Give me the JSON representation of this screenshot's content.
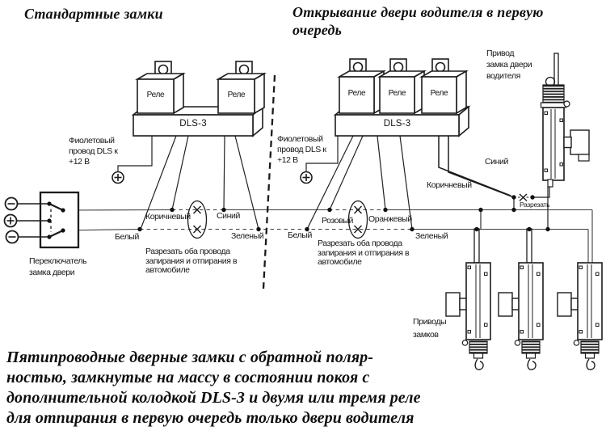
{
  "headings": {
    "left": "Стандартные замки",
    "right_line1": "Открывание двери водителя в первую",
    "right_line2": "очередь"
  },
  "caption": {
    "line1": "Пятипроводные дверные замки с обратной поляр-",
    "line2": "ностью, замкнутые на массу в состоянии покоя с",
    "line3": "дополнительной колодкой DLS-3 и двумя или тремя реле",
    "line4": "для отпирания в первую очередь только двери водителя"
  },
  "left": {
    "relay1": "Реле",
    "relay2": "Реле",
    "module": "DLS-3",
    "power_note": {
      "line1": "Фиолетовый",
      "line2": "провод DLS  к",
      "line3": "+12 В"
    },
    "wire_brown": "Коричневый",
    "wire_blue": "Синий",
    "wire_white": "Белый",
    "wire_green": "Зеленый",
    "cut_note": {
      "line1": "Разрезать оба провода",
      "line2": "запирания  и отпирания в",
      "line3": "автомобиле"
    },
    "switch_label": {
      "line1": "Переключатель",
      "line2": "замка двери"
    }
  },
  "right": {
    "relay1": "Реле",
    "relay2": "Реле",
    "relay3": "Реле",
    "module": "DLS-3",
    "power_note": {
      "line1": "Фиолетовый",
      "line2": "провод DLS  к",
      "line3": "+12 В"
    },
    "wire_pink": "Розовый",
    "wire_orange": "Оранжевый",
    "wire_white": "Белый",
    "wire_green": "Зеленый",
    "wire_brown": "Коричневый",
    "wire_blue": "Синий",
    "cut_note": {
      "line1": "Разрезать оба провода",
      "line2": "запирания  и отпирания в",
      "line3": "автомобиле"
    },
    "driver_actuator": {
      "line1": "Привод",
      "line2": "замка двери",
      "line3": "водителя"
    },
    "cut_here": "Разрезать",
    "actuators": {
      "line1": "Приводы",
      "line2": "замков"
    }
  }
}
